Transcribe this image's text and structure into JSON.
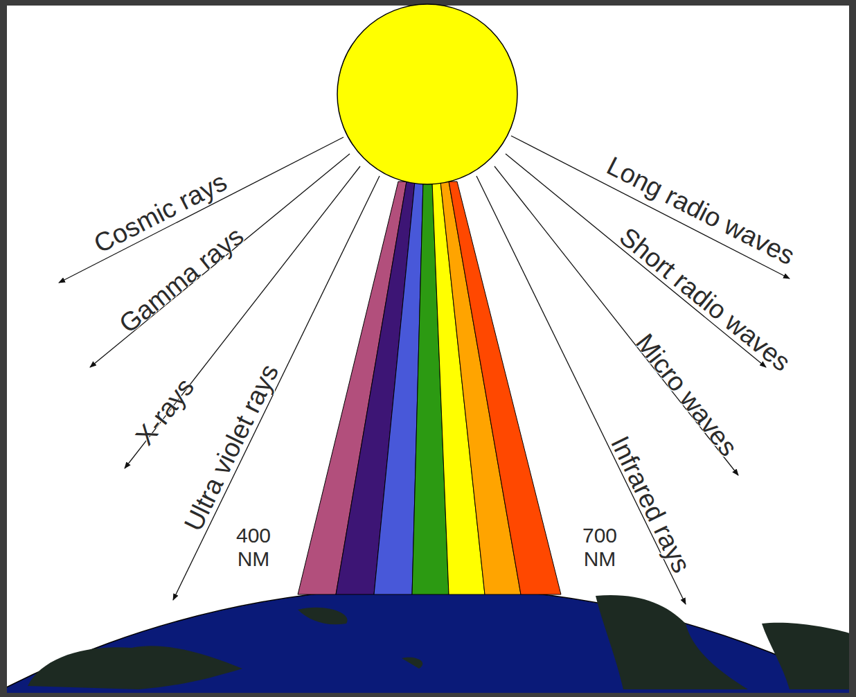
{
  "diagram": {
    "labels": [
      "Cosmic rays",
      "Gamma rays",
      "X-rays",
      "Ultra violet rays",
      "400 NM",
      "700 NM",
      "Infrared rays",
      "Micro waves",
      "Short radio waves",
      "Long radio waves"
    ]
  }
}
